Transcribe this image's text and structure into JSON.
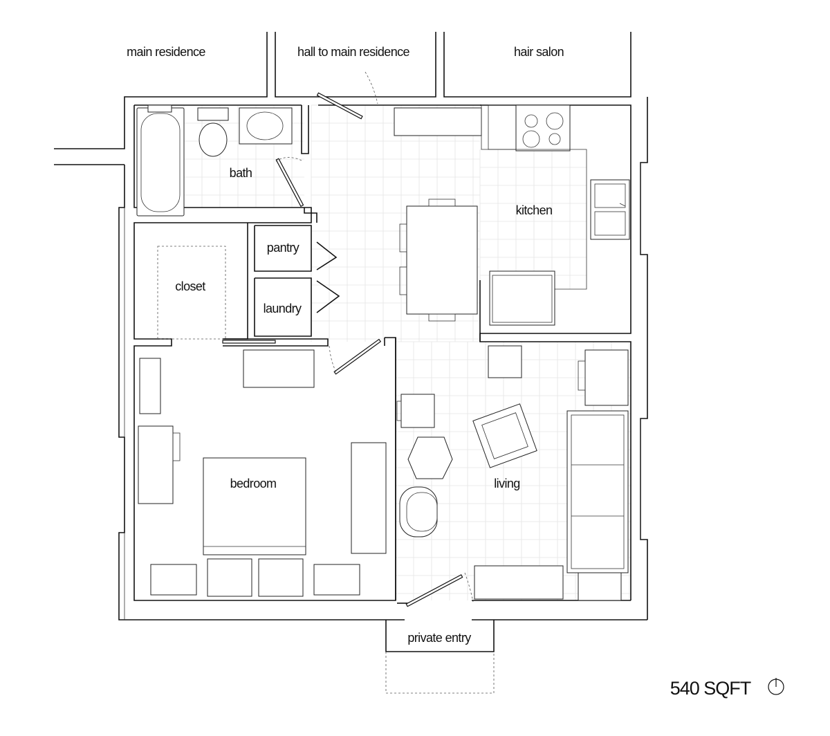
{
  "rooms": {
    "main_residence": "main residence",
    "hall": "hall to main residence",
    "hair_salon": "hair salon",
    "bath": "bath",
    "kitchen": "kitchen",
    "pantry": "pantry",
    "closet": "closet",
    "laundry": "laundry",
    "bedroom": "bedroom",
    "living": "living",
    "private_entry": "private entry"
  },
  "area_label": "540 SQFT",
  "icons": {
    "north": "north-arrow-icon"
  },
  "colors": {
    "line": "#111111",
    "grid": "#e4e4e4",
    "background": "#ffffff"
  }
}
